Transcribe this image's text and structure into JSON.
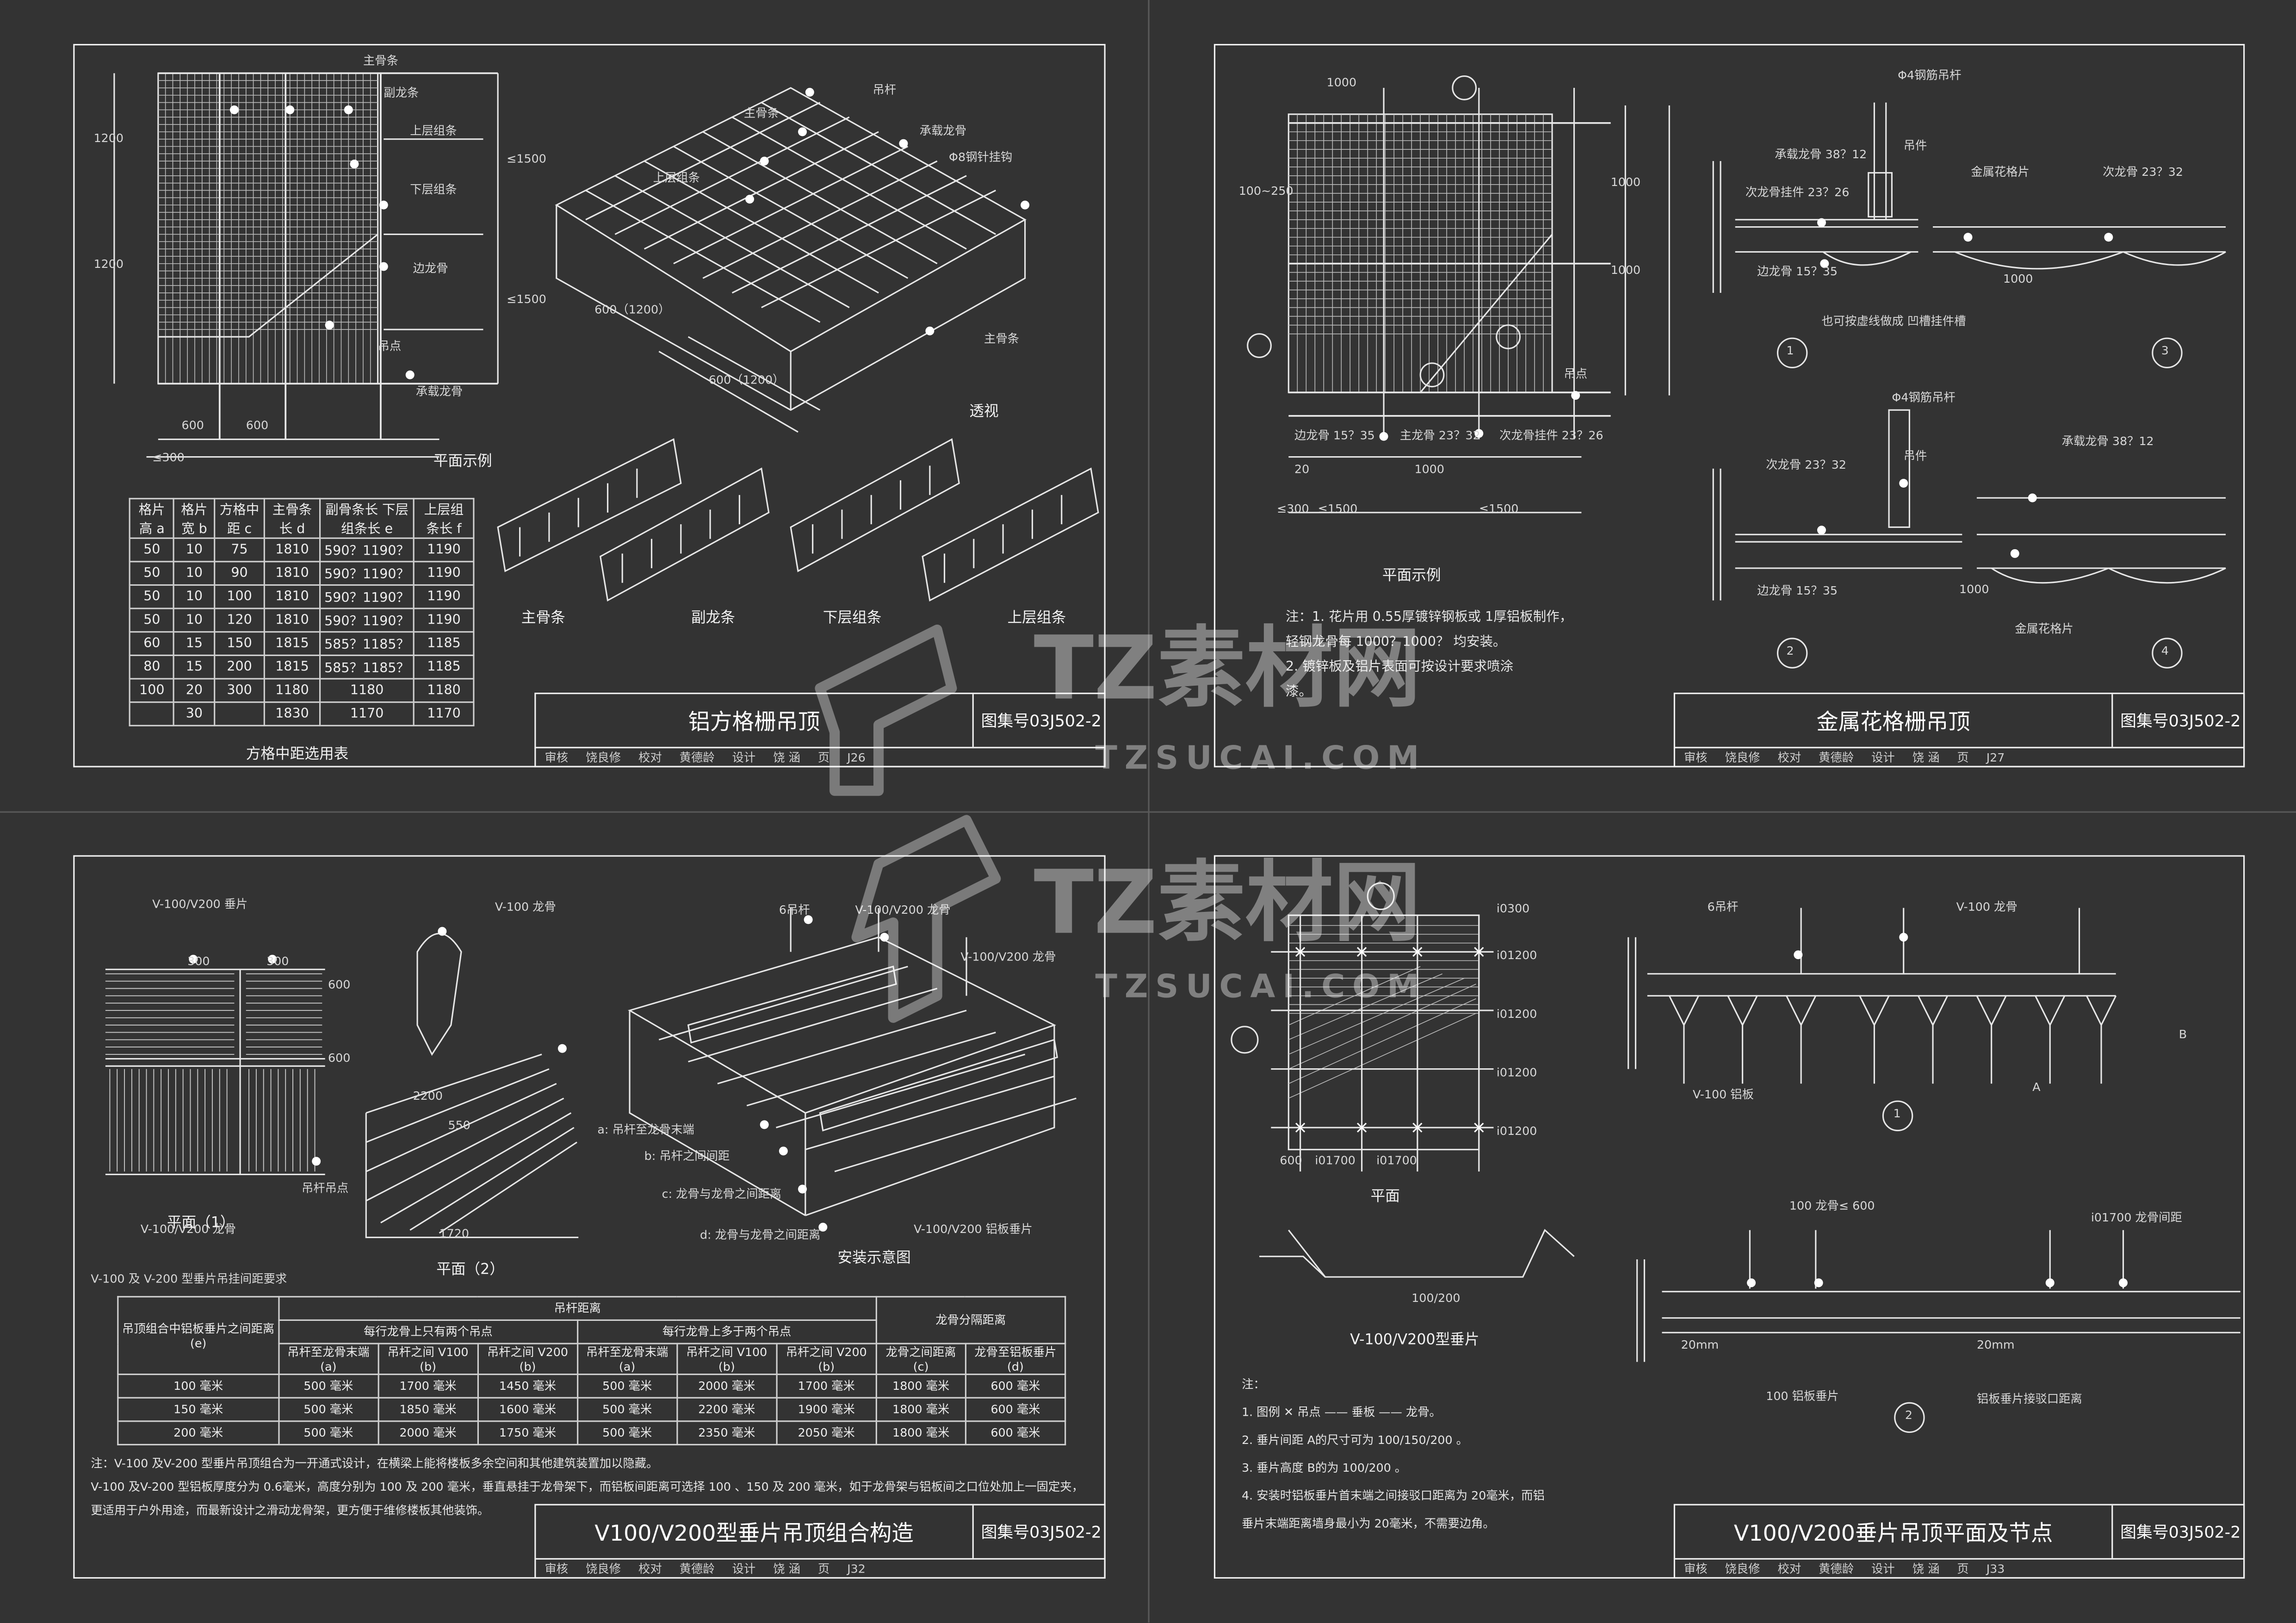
{
  "watermark": {
    "brand": "TZ素材网",
    "domain": "TZSUCAI.COM"
  },
  "sheet1": {
    "title": "铝方格栅吊顶",
    "atlas_label": "图集号",
    "atlas": "03J502-2",
    "page_label": "页",
    "page": "J26",
    "plan_label": "平面示例",
    "perspective_label": "透视",
    "table_caption": "方格中距选用表",
    "callouts": [
      "主骨条",
      "副龙条",
      "下层组条",
      "上层组条",
      "吊杆",
      "承载龙骨",
      "Φ8钢针挂钩",
      "边龙骨",
      "吊点"
    ],
    "dims": [
      "1200",
      "1200",
      "≤1500",
      "≤1500",
      "600",
      "600",
      "≤300",
      "600（1200）",
      "600（1200）"
    ],
    "parts": [
      "主骨条",
      "副龙条",
      "下层组条",
      "上层组条"
    ],
    "table_headers": [
      "格片高 a",
      "格片宽 b",
      "方格中距 c",
      "主骨条长 d",
      "副骨条长 下层组条长 e",
      "上层组条长 f"
    ],
    "table_rows": [
      [
        "50",
        "10",
        "75",
        "1810",
        "590？1190？",
        "1190"
      ],
      [
        "50",
        "10",
        "90",
        "1810",
        "590？1190？",
        "1190"
      ],
      [
        "50",
        "10",
        "100",
        "1810",
        "590？1190？",
        "1190"
      ],
      [
        "50",
        "10",
        "120",
        "1810",
        "590？1190？",
        "1190"
      ],
      [
        "60",
        "15",
        "150",
        "1815",
        "585？1185？",
        "1185"
      ],
      [
        "80",
        "15",
        "200",
        "1815",
        "585？1185？",
        "1185"
      ],
      [
        "100",
        "20",
        "300",
        "1180",
        "1180",
        "1180"
      ],
      [
        "",
        "30",
        "",
        "1830",
        "1170",
        "1170"
      ]
    ]
  },
  "sheet2": {
    "title": "金属花格栅吊顶",
    "atlas_label": "图集号",
    "atlas": "03J502-2",
    "page_label": "页",
    "page": "J27",
    "plan_label": "平面示例",
    "callouts": [
      "Φ4钢筋吊杆",
      "吊件",
      "承载龙骨 38？12",
      "次龙骨挂件 23？26",
      "金属花格片",
      "次龙骨 23？32",
      "边龙骨 15？35",
      "也可按虚线做成 凹槽挂件槽",
      "主龙骨 23？32",
      "次龙骨挂件 23？26",
      "吊点"
    ],
    "dims": [
      "1000",
      "1000",
      "1000",
      "≤1500",
      "≤1500",
      "≤300",
      "100~250",
      "15？35",
      "20",
      "1000"
    ],
    "details": [
      "1",
      "2",
      "3",
      "4"
    ],
    "notes": [
      "注：1. 花片用 0.55厚镀锌钢板或 1厚铝板制作，",
      "轻钢龙骨每 1000？1000？ 均安装。",
      "2. 镀锌板及铝片表面可按设计要求喷涂",
      "漆。"
    ]
  },
  "sheet3": {
    "title": "V100/V200型垂片吊顶组合构造",
    "atlas_label": "图集号",
    "atlas": "03J502-2",
    "page_label": "页",
    "page": "J32",
    "plan1_label": "平面（1）",
    "plan2_label": "平面（2）",
    "install_label": "安装示意图",
    "callouts": [
      "V-100/V200 垂片",
      "V-100 龙骨",
      "V-100/V200 龙骨",
      "吊杆吊点",
      "6吊杆",
      "a: 吊杆至龙骨末端",
      "b: 吊杆之间间距",
      "c: 龙骨与龙骨之间距离",
      "d: 龙骨与龙骨之间距离",
      "V-100/V200 铝板垂片"
    ],
    "dims": [
      "300",
      "300",
      "600",
      "600",
      "2200",
      "1720",
      "550"
    ],
    "table_caption": "V-100 及 V-200 型垂片吊挂间距要求",
    "table_head_group": [
      "吊杆距离",
      "龙骨分隔距离"
    ],
    "table_head_sub": [
      "每行龙骨上只有两个吊点",
      "每行龙骨上多于两个吊点"
    ],
    "table_head_cols": [
      "吊杆至龙骨末端 (a)",
      "吊杆之间 V100 (b)",
      "吊杆之间 V200 (b)",
      "吊杆至龙骨末端 (a)",
      "吊杆之间 V100 (b)",
      "吊杆之间 V200 (b)",
      "龙骨之间距离 (c)",
      "龙骨至铝板垂片 (d)"
    ],
    "table_first_col": "吊顶组合中铝板垂片之间距离 (e)",
    "table_rows": [
      [
        "100 毫米",
        "500 毫米",
        "1700 毫米",
        "1450 毫米",
        "500 毫米",
        "2000 毫米",
        "1700 毫米",
        "1800 毫米",
        "600 毫米"
      ],
      [
        "150 毫米",
        "500 毫米",
        "1850 毫米",
        "1600 毫米",
        "500 毫米",
        "2200 毫米",
        "1900 毫米",
        "1800 毫米",
        "600 毫米"
      ],
      [
        "200 毫米",
        "500 毫米",
        "2000 毫米",
        "1750 毫米",
        "500 毫米",
        "2350 毫米",
        "2050 毫米",
        "1800 毫米",
        "600 毫米"
      ]
    ],
    "notes": [
      "注：V-100 及V-200 型垂片吊顶组合为一开通式设计，在横梁上能将楼板多余空间和其他建筑装置加以隐藏。",
      "V-100 及V-200 型铝板厚度分为 0.6毫米，高度分别为 100 及 200 毫米，垂直悬挂于龙骨架下，而铝板间距离可选择 100 、150 及 200 毫米，如于龙骨架与铝板间之口位处加上一固定夹，",
      "更适用于户外用途，而最新设计之滑动龙骨架，更方便于维修楼板其他装饰。"
    ]
  },
  "sheet4": {
    "title": "V100/V200垂片吊顶平面及节点",
    "atlas_label": "图集号",
    "atlas": "03J502-2",
    "page_label": "页",
    "page": "J33",
    "plan_label": "平面",
    "profile_label": "V-100/V200型垂片",
    "callouts": [
      "6吊杆",
      "V-100 龙骨",
      "V-100 铝板",
      "100 龙骨≤ 600",
      "i01700 龙骨间距",
      "100 铝板垂片",
      "铝板垂片接驳口距离",
      "20mm",
      "20mm"
    ],
    "dims": [
      "600",
      "i01700",
      "i01700",
      "i01200",
      "i01200",
      "i01200",
      "i01200",
      "i0300",
      "100/200",
      "A",
      "B"
    ],
    "details": [
      "1",
      "2"
    ],
    "notes": [
      "注：",
      "1. 图例  ✕ 吊点  —— 垂板  —— 龙骨。",
      "2. 垂片间距  A的尺寸可为  100/150/200  。",
      "3. 垂片高度  B的为 100/200  。",
      "4. 安装时铝板垂片首末端之间接驳口距离为  20毫米，而铝",
      "垂片末端距离墙身最小为  20毫米，不需要边角。"
    ]
  },
  "signatures": {
    "review": "审核",
    "reviewer": "饶良修",
    "check": "校对",
    "checker": "黄德龄",
    "design": "设计",
    "designer": "饶 涵"
  }
}
